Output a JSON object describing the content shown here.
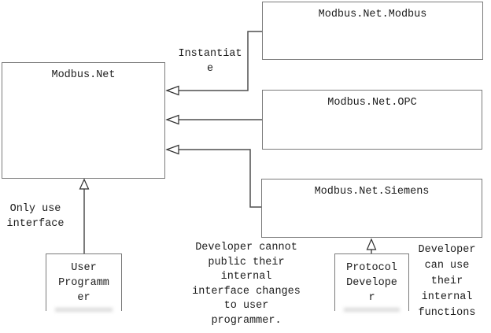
{
  "diagram": {
    "background_color": "#ffffff",
    "box_border_color": "#7a7a7a",
    "connector_color": "#4f4f4f",
    "text_color": "#1c1c1c"
  },
  "boxes": {
    "modbus_net": {
      "label": "Modbus.Net"
    },
    "modbus_net_modbus": {
      "label": "Modbus.Net.Modbus"
    },
    "modbus_net_opc": {
      "label": "Modbus.Net.OPC"
    },
    "modbus_net_siemens": {
      "label": "Modbus.Net.Siemens"
    },
    "user_programmer": {
      "label": "User\nProgramm\ner"
    },
    "protocol_developer": {
      "label": "Protocol\nDevelope\nr"
    }
  },
  "annotations": {
    "instantiate": "Instantiat\ne",
    "only_use_interface": "Only use\ninterface",
    "developer_cannot": "Developer cannot\npublic their\ninternal\ninterface changes\nto user\nprogrammer.",
    "developer_can_use": "Developer\ncan use\ntheir\ninternal\nfunctions"
  }
}
